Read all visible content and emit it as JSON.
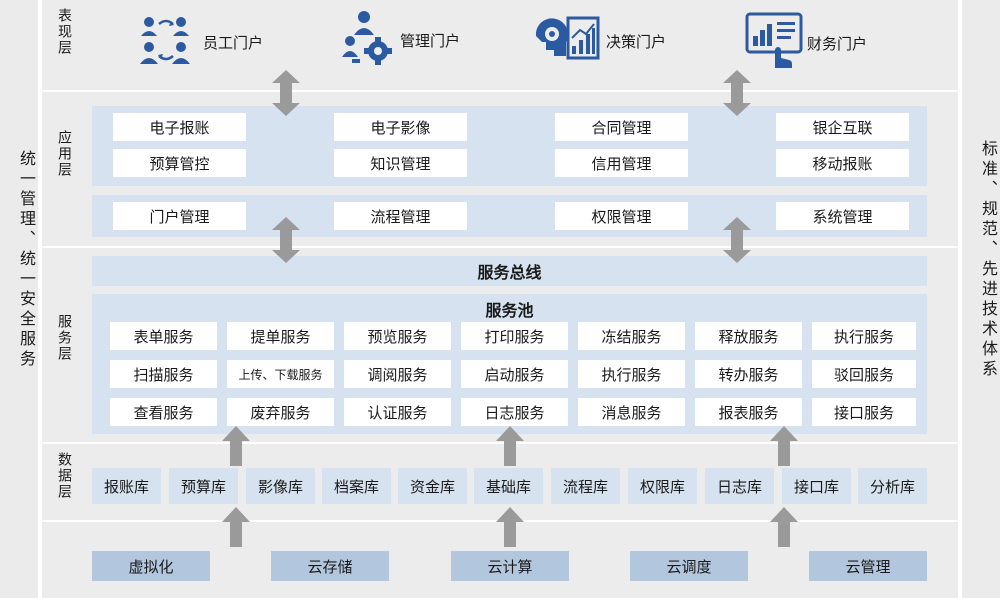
{
  "left_sidebar": {
    "text": "统一管理、统一安全服务"
  },
  "right_sidebar": {
    "text": "标准、规范、先进技术体系"
  },
  "presentation": {
    "label": "表现层",
    "portals": [
      {
        "icon": "people-exchange-icon",
        "label": "员工门户"
      },
      {
        "icon": "manager-gear-icon",
        "label": "管理门户"
      },
      {
        "icon": "brain-chart-icon",
        "label": "决策门户"
      },
      {
        "icon": "tablet-chart-icon",
        "label": "财务门户"
      }
    ]
  },
  "application": {
    "label": "应用层",
    "row1": [
      "电子报账",
      "电子影像",
      "合同管理",
      "银企互联"
    ],
    "row2": [
      "预算管控",
      "知识管理",
      "信用管理",
      "移动报账"
    ],
    "row3": [
      "门户管理",
      "流程管理",
      "权限管理",
      "系统管理"
    ]
  },
  "service": {
    "label": "服务层",
    "bus_title": "服务总线",
    "pool_title": "服务池",
    "rows": [
      [
        "表单服务",
        "提单服务",
        "预览服务",
        "打印服务",
        "冻结服务",
        "释放服务",
        "执行服务"
      ],
      [
        "扫描服务",
        "上传、下载服务",
        "调阅服务",
        "启动服务",
        "执行服务",
        "转办服务",
        "驳回服务"
      ],
      [
        "查看服务",
        "废弃服务",
        "认证服务",
        "日志服务",
        "消息服务",
        "报表服务",
        "接口服务"
      ]
    ]
  },
  "data_layer": {
    "label": "数据层",
    "libraries": [
      "报账库",
      "预算库",
      "影像库",
      "档案库",
      "资金库",
      "基础库",
      "流程库",
      "权限库",
      "日志库",
      "接口库",
      "分析库"
    ]
  },
  "infrastructure": {
    "items": [
      "虚拟化",
      "云存储",
      "云计算",
      "云调度",
      "云管理"
    ]
  },
  "colors": {
    "panel": "#d6e2ef",
    "infra_box": "#b2c6dd",
    "band": "#ececec",
    "arrow": "#9a9a9a",
    "icon": "#2c5aa0"
  }
}
